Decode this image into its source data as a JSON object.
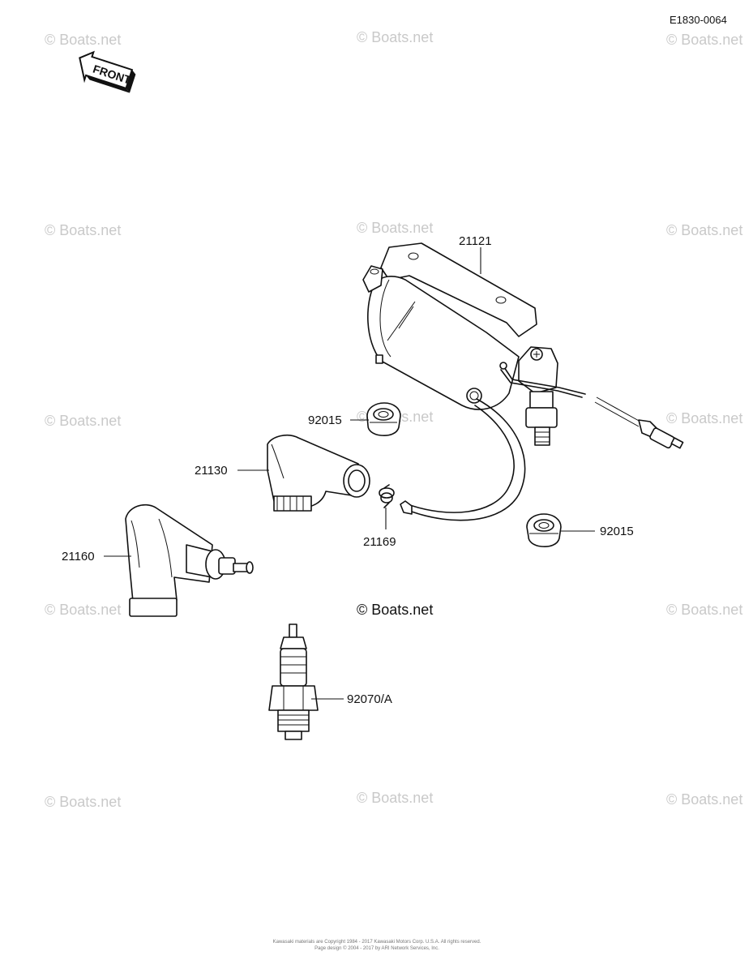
{
  "figure_id": "E1830-0064",
  "front_label": "FRONT",
  "watermark": "© Boats.net",
  "center_credit": "© Boats.net",
  "callouts": {
    "ignition_coil": "21121",
    "cap_left": "92015",
    "cap_right": "92015",
    "plug_cap": "21130",
    "clip": "21169",
    "plug_cap_lower": "21160",
    "spark_plug": "92070/A"
  },
  "footer": {
    "line1": "Kawasaki materials are Copyright 1984 - 2017 Kawasaki Motors Corp. U.S.A. All rights reserved.",
    "line2": "Page design © 2004 - 2017 by ARI Network Services, Inc."
  }
}
